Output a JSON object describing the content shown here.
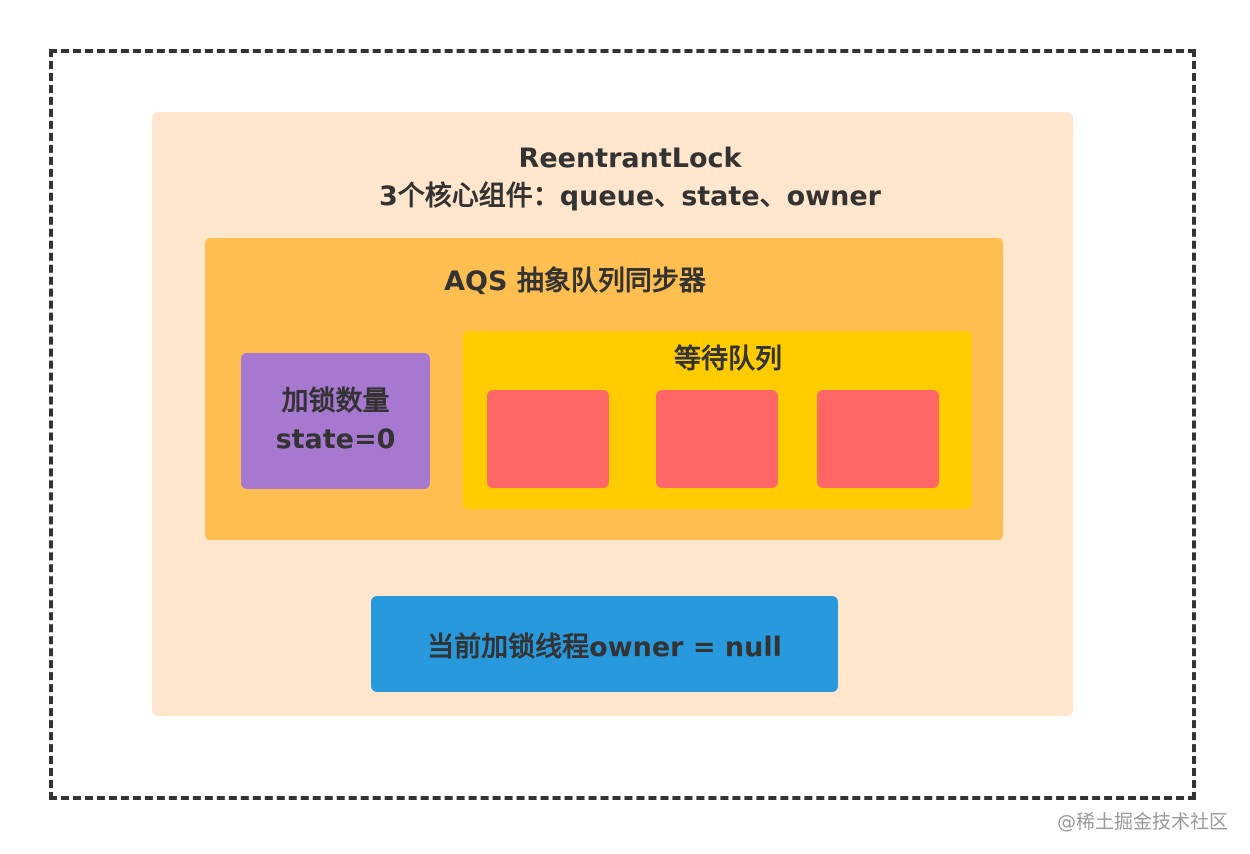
{
  "reentrant_lock": {
    "title_line1": "ReentrantLock",
    "title_line2": "3个核心组件：queue、state、owner"
  },
  "aqs": {
    "title": "AQS 抽象队列同步器"
  },
  "state_box": {
    "line1": "加锁数量",
    "line2": "state=0"
  },
  "wait_queue": {
    "title": "等待队列",
    "node_count": 3
  },
  "owner_box": {
    "label": "当前加锁线程owner = null"
  },
  "watermark": {
    "text": "@稀土掘金技术社区"
  },
  "colors": {
    "lock_bg": "#ffe6cc",
    "aqs_bg": "#ffbe50",
    "state_bg": "#a678cf",
    "queue_bg": "#ffcc00",
    "queue_node": "#ff6666",
    "owner_bg": "#2799dc"
  }
}
